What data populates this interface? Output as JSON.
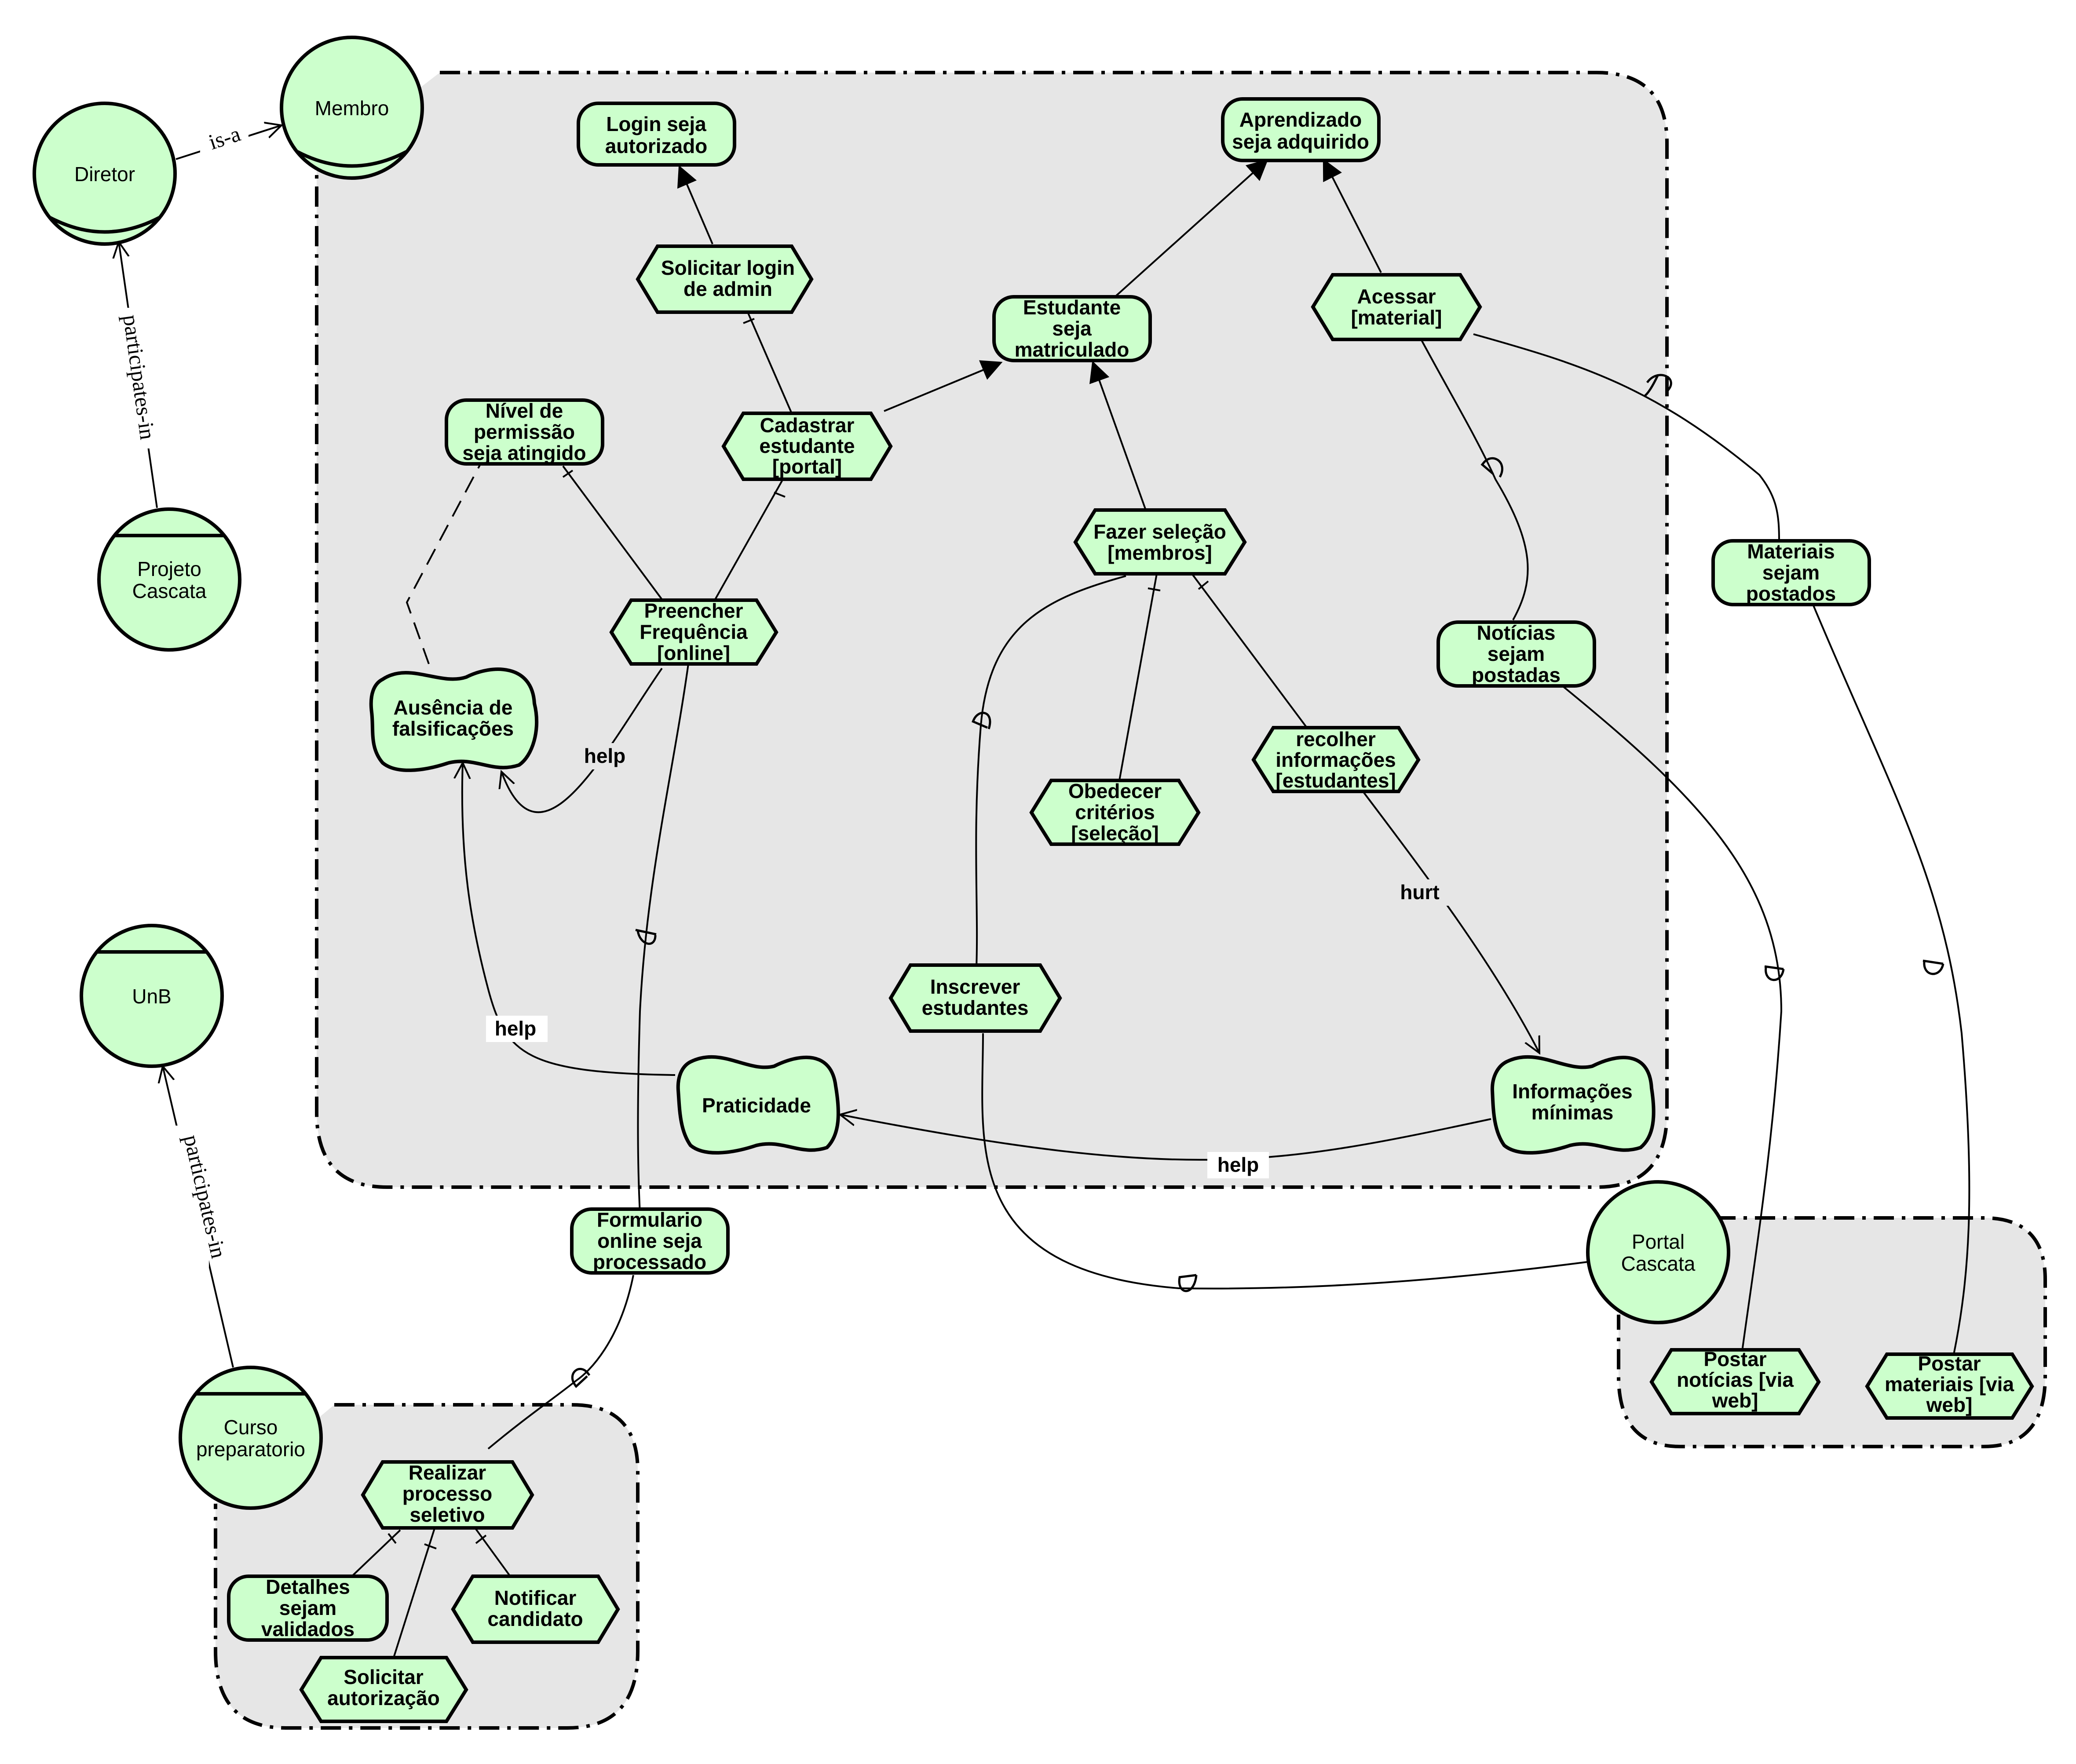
{
  "actors": {
    "membro": "Membro",
    "diretor": "Diretor",
    "projeto": [
      "Projeto",
      "Cascata"
    ],
    "unb": "UnB",
    "curso": [
      "Curso",
      "preparatorio"
    ],
    "portal": [
      "Portal",
      "Cascata"
    ]
  },
  "actor_links": {
    "is_a": "is-a",
    "participates_in_1": "participates-in",
    "participates_in_2": "participates-in"
  },
  "goals": {
    "login": [
      "Login seja",
      "autorizado"
    ],
    "aprendizado": [
      "Aprendizado",
      "seja adquirido"
    ],
    "estudante": [
      "Estudante",
      "seja",
      "matriculado"
    ],
    "nivel": [
      "Nível de",
      "permissão",
      "seja atingido"
    ],
    "materiais": [
      "Materiais",
      "sejam",
      "postados"
    ],
    "noticias": [
      "Notícias",
      "sejam",
      "postadas"
    ],
    "formulario": [
      "Formulario",
      "online seja",
      "processado"
    ],
    "detalhes": [
      "Detalhes",
      "sejam",
      "validados"
    ]
  },
  "tasks": {
    "solicitar_login": [
      "Solicitar login",
      "de admin"
    ],
    "acessar": [
      "Acessar",
      "[material]"
    ],
    "cadastrar": [
      "Cadastrar",
      "estudante",
      "[portal]"
    ],
    "fazer_selecao": [
      "Fazer seleção",
      "[membros]"
    ],
    "preencher": [
      "Preencher",
      "Frequência",
      "[online]"
    ],
    "obedecer": [
      "Obedecer",
      "critérios",
      "[seleção]"
    ],
    "recolher": [
      "recolher",
      "informações",
      "[estudantes]"
    ],
    "inscrever": [
      "Inscrever",
      "estudantes"
    ],
    "realizar": [
      "Realizar",
      "processo",
      "seletivo"
    ],
    "notificar": [
      "Notificar",
      "candidato"
    ],
    "solicitar_aut": [
      "Solicitar",
      "autorização"
    ],
    "postar_noticias": [
      "Postar",
      "notícias [via",
      "web]"
    ],
    "postar_materiais": [
      "Postar",
      "materiais [via",
      "web]"
    ]
  },
  "softgoals": {
    "ausencia": [
      "Ausência de",
      "falsificações"
    ],
    "praticidade": [
      "Praticidade"
    ],
    "informacoes": [
      "Informações",
      "mínimas"
    ]
  },
  "contributions": {
    "help_1": "help",
    "help_2": "help",
    "help_3": "help",
    "hurt_1": "hurt"
  },
  "colors": {
    "element_fill": "#ccffcc",
    "boundary_fill": "#e6e6e6",
    "stroke": "#000000"
  }
}
